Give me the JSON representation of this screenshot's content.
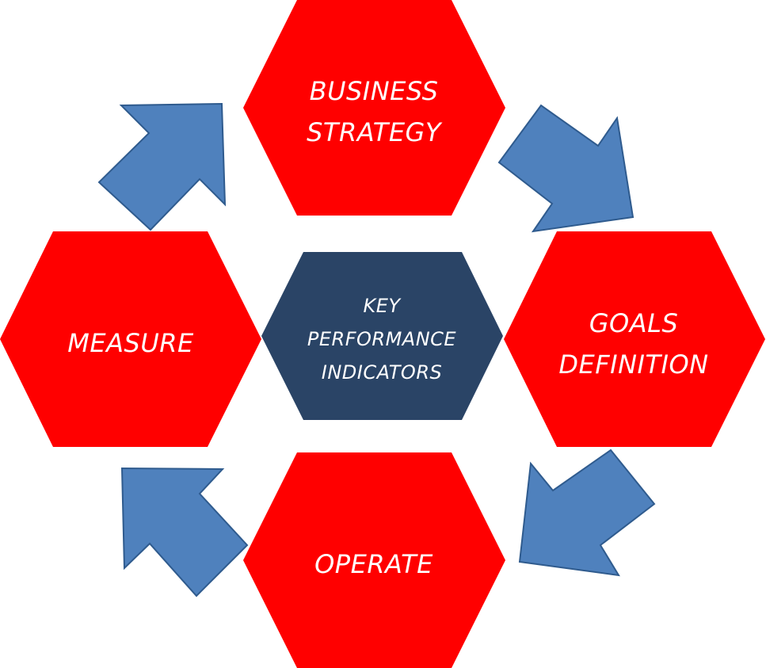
{
  "colors": {
    "hex_fill": "#ff0000",
    "center_fill": "#2a4466",
    "arrow_fill": "#4f81bd",
    "arrow_stroke": "#2f5b8e",
    "text": "#ffffff"
  },
  "center": {
    "line1": "KEY",
    "line2": "PERFORMANCE",
    "line3": "INDICATORS"
  },
  "nodes": {
    "top": {
      "line1": "BUSINESS",
      "line2": "STRATEGY"
    },
    "right": {
      "line1": "GOALS",
      "line2": "DEFINITION"
    },
    "bottom": {
      "line1": "OPERATE"
    },
    "left": {
      "line1": "MEASURE"
    }
  },
  "arrows": [
    {
      "name": "arrow-top-right",
      "direction": "down-right"
    },
    {
      "name": "arrow-bottom-right",
      "direction": "down-left"
    },
    {
      "name": "arrow-bottom-left",
      "direction": "up-left"
    },
    {
      "name": "arrow-top-left",
      "direction": "up-right"
    }
  ]
}
